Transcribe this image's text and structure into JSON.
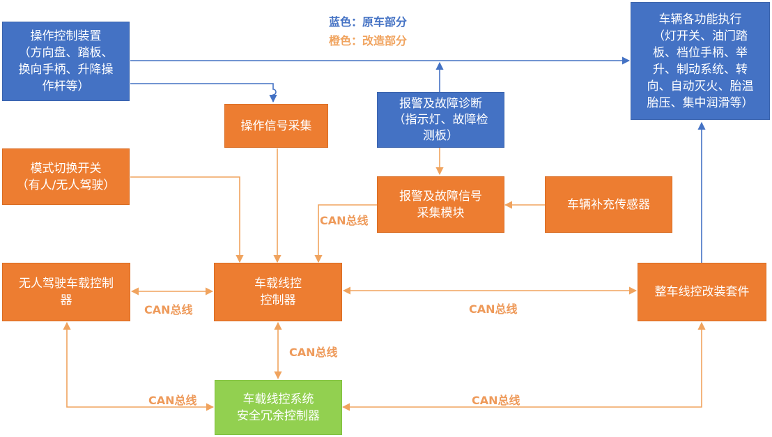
{
  "legend": {
    "blue": "蓝色：原车部分",
    "orange": "橙色：改造部分"
  },
  "colors": {
    "original": "#4472C4",
    "modified": "#ED7D31",
    "safety": "#92D050",
    "connector_orange": "#F0A35E",
    "connector_blue": "#4472C4"
  },
  "nodes": {
    "operation_control": "操作控制装置\n（方向盘、踏板、\n换向手柄、升降操\n作杆等）",
    "vehicle_functions": "车辆各功能执行\n（灯开关、油门踏\n板、档位手柄、举\n升、制动系统、转\n向、自动灭火、胎温\n胎压、集中润滑等）",
    "alarm_diagnosis": "报警及故障诊断\n（指示灯、故障检\n测板）",
    "signal_acquisition": "操作信号采集",
    "mode_switch": "模式切换开关\n（有人/无人驾驶）",
    "alarm_signal_module": "报警及故障信号\n采集模块",
    "extra_sensors": "车辆补充传感器",
    "autonomous_controller": "无人驾驶车载控制\n器",
    "wire_controller": "车载线控\n控制器",
    "retrofit_kit": "整车线控改装套件",
    "redundant_controller": "车载线控系统\n安全冗余控制器"
  },
  "bus_labels": {
    "alarm_to_controller": "CAN总线",
    "autonomous_to_controller": "CAN总线",
    "controller_to_kit": "CAN总线",
    "controller_to_redundant": "CAN总线",
    "autonomous_to_redundant": "CAN总线",
    "redundant_to_kit": "CAN总线"
  }
}
